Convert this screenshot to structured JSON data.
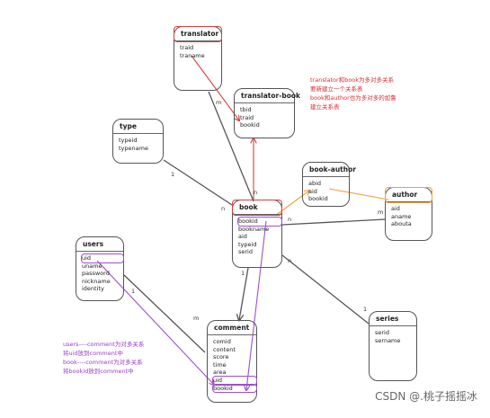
{
  "entities": {
    "translator": {
      "title": "translator",
      "fields": [
        "traid",
        "traname"
      ]
    },
    "translator_book": {
      "title": "translator-book",
      "fields": [
        "tbid",
        "traid",
        "bookid"
      ]
    },
    "type": {
      "title": "type",
      "fields": [
        "typeid",
        "typename"
      ]
    },
    "book": {
      "title": "book",
      "fields": [
        "bookid",
        "bookname",
        "aid",
        "typeid",
        "serid"
      ]
    },
    "book_author": {
      "title": "book-author",
      "fields": [
        "abid",
        "aid",
        "bookid"
      ]
    },
    "author": {
      "title": "author",
      "fields": [
        "aid",
        "aname",
        "abouta"
      ]
    },
    "users": {
      "title": "users",
      "fields": [
        "uid",
        "uname",
        "password",
        "nickname",
        "identity"
      ]
    },
    "comment": {
      "title": "comment",
      "fields": [
        "comid",
        "content",
        "score",
        "time",
        "area",
        "uid",
        "bookid"
      ]
    },
    "series": {
      "title": "series",
      "fields": [
        "serid",
        "sername"
      ]
    }
  },
  "notes": {
    "red": [
      "translator和book为多对多关系",
      "要新建立一个关系表",
      "book和author也为多对多的如鲁",
      "建立关系表"
    ],
    "purple": [
      "users----comment为对多关系",
      "将uid放到comment中",
      "book----comment为对多关系",
      "将bookid放到comment中"
    ]
  },
  "cardinalities": {
    "translator_book_m": "m",
    "type_1": "1",
    "book_n_left": "n",
    "book_n_top": "n",
    "book_n_right": "n",
    "book_1_bottom": "1",
    "book_n_series": "n",
    "users_1": "1",
    "comment_m": "m",
    "author_m": "m",
    "series_1": "1"
  },
  "colors": {
    "red": "#d94040",
    "purple": "#a050c8",
    "orange": "#f0a040",
    "line": "#555555"
  },
  "watermark": "CSDN @.桃子摇摇冰"
}
